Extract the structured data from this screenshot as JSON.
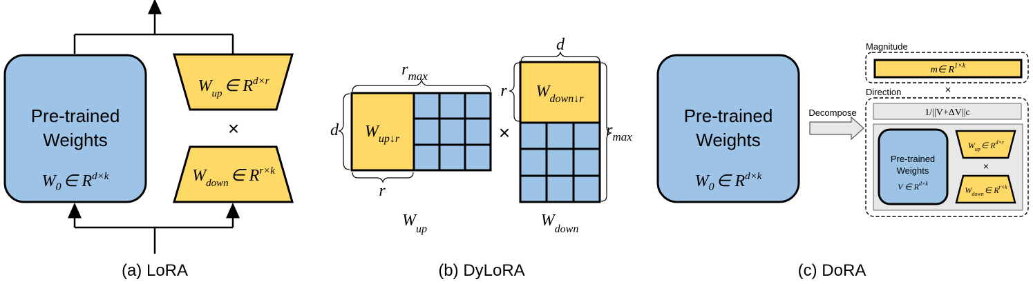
{
  "colors": {
    "blue": "#9dc3e6",
    "yellow": "#ffd966",
    "gray": "#e8e8e8",
    "stroke": "#000000"
  },
  "lora": {
    "caption": "(a) LoRA",
    "pretrained_line1": "Pre-trained",
    "pretrained_line2": "Weights",
    "w0_base": "W",
    "w0_sub": "0",
    "w0_in": "∈ R",
    "w0_sup": "d×k",
    "wup_base": "W",
    "wup_sub": "up",
    "wup_in": "∈ R",
    "wup_sup": "d×r",
    "times": "×",
    "wdown_base": "W",
    "wdown_sub": "down",
    "wdown_in": "∈ R",
    "wdown_sup": "r×k"
  },
  "dylora": {
    "caption": "(b) DyLoRA",
    "rmax_top_base": "r",
    "rmax_top_sub": "max",
    "d_left": "d",
    "r_bottom": "r",
    "wup_trunc_base": "W",
    "wup_trunc_sub": "up↓r",
    "times": "×",
    "d_top": "d",
    "r_left": "r",
    "wdown_trunc_base": "W",
    "wdown_trunc_sub": "down↓r",
    "rmax_right_base": "r",
    "rmax_right_sub": "max",
    "wup_label_base": "W",
    "wup_label_sub": "up",
    "wdown_label_base": "W",
    "wdown_label_sub": "down"
  },
  "dora": {
    "caption": "(c) DoRA",
    "pretrained_line1": "Pre-trained",
    "pretrained_line2": "Weights",
    "w0_base": "W",
    "w0_sub": "0",
    "w0_in": "∈ R",
    "w0_sup": "d×k",
    "decompose": "Decompose",
    "magnitude_label": "Magnitude",
    "m_text": "m∈ R",
    "m_sup": "1×k",
    "times": "×",
    "direction_label": "Direction",
    "norm_text": "1/||V+ΔV||c",
    "inner_pre1": "Pre-trained",
    "inner_pre2": "Weights",
    "v_text": "V ∈ R",
    "v_sup": "d×k",
    "mini_wup_base": "W",
    "mini_wup_sub": "up",
    "mini_wup_in": "∈ R",
    "mini_wup_sup": "d×r",
    "mini_times": "×",
    "mini_wdown_base": "W",
    "mini_wdown_sub": "down",
    "mini_wdown_in": "∈ R",
    "mini_wdown_sup": "r×k"
  }
}
